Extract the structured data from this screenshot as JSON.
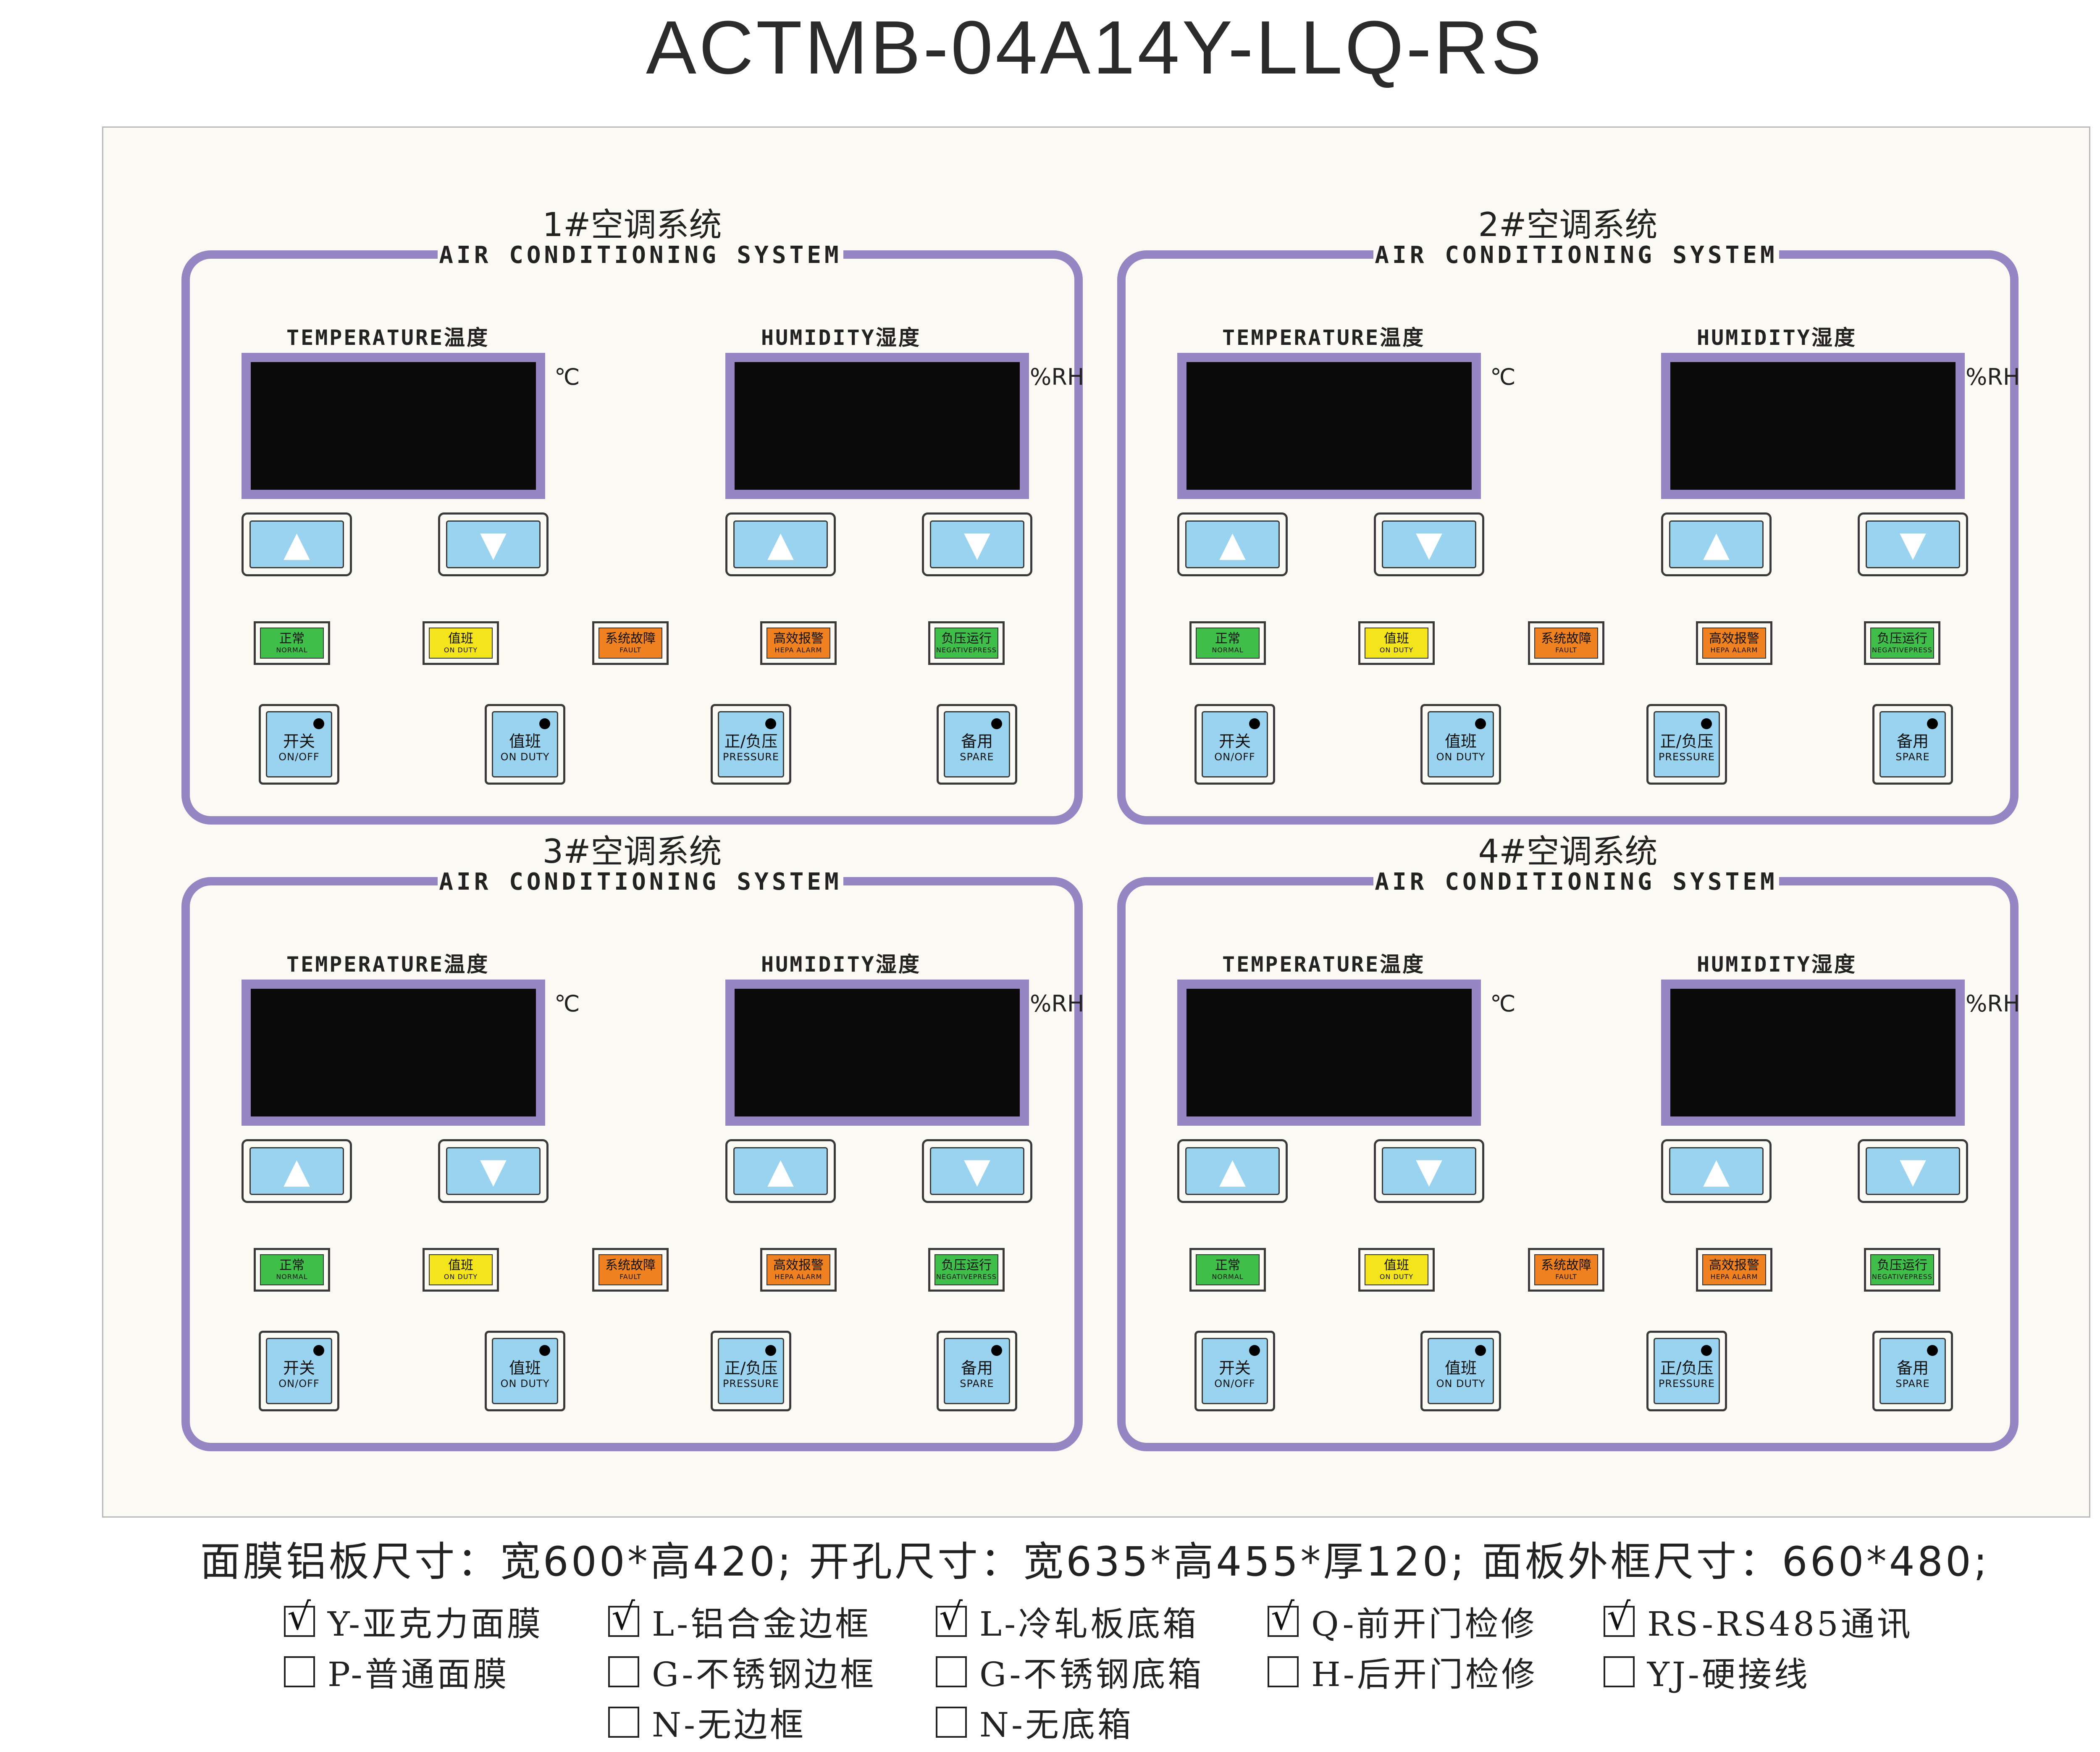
{
  "title": "ACTMB-04A14Y-LLQ-RS",
  "panels": [
    {
      "title_cn": "1#空调系统",
      "title_en": "AIR CONDITIONING SYSTEM",
      "temperature_label": "TEMPERATURE温度",
      "humidity_label": "HUMIDITY湿度",
      "temperature_unit": "℃",
      "humidity_unit": "%RH",
      "up_icon": "triangle-up-icon",
      "down_icon": "triangle-down-icon",
      "indicators": [
        {
          "cn": "正常",
          "en": "NORMAL",
          "color": "#3fbf49"
        },
        {
          "cn": "值班",
          "en": "ON DUTY",
          "color": "#f4e41c"
        },
        {
          "cn": "系统故障",
          "en": "FAULT",
          "color": "#f08120"
        },
        {
          "cn": "高效报警",
          "en": "HEPA ALARM",
          "color": "#f08120"
        },
        {
          "cn": "负压运行",
          "en": "NEGATIVEPRESS",
          "color": "#3fbf49"
        }
      ],
      "buttons": [
        {
          "cn": "开关",
          "en": "ON/OFF"
        },
        {
          "cn": "值班",
          "en": "ON DUTY"
        },
        {
          "cn": "正/负压",
          "en": "PRESSURE"
        },
        {
          "cn": "备用",
          "en": "SPARE"
        }
      ]
    },
    {
      "title_cn": "2#空调系统",
      "title_en": "AIR CONDITIONING SYSTEM",
      "temperature_label": "TEMPERATURE温度",
      "humidity_label": "HUMIDITY湿度",
      "temperature_unit": "℃",
      "humidity_unit": "%RH",
      "up_icon": "triangle-up-icon",
      "down_icon": "triangle-down-icon",
      "indicators": [
        {
          "cn": "正常",
          "en": "NORMAL",
          "color": "#3fbf49"
        },
        {
          "cn": "值班",
          "en": "ON DUTY",
          "color": "#f4e41c"
        },
        {
          "cn": "系统故障",
          "en": "FAULT",
          "color": "#f08120"
        },
        {
          "cn": "高效报警",
          "en": "HEPA ALARM",
          "color": "#f08120"
        },
        {
          "cn": "负压运行",
          "en": "NEGATIVEPRESS",
          "color": "#3fbf49"
        }
      ],
      "buttons": [
        {
          "cn": "开关",
          "en": "ON/OFF"
        },
        {
          "cn": "值班",
          "en": "ON DUTY"
        },
        {
          "cn": "正/负压",
          "en": "PRESSURE"
        },
        {
          "cn": "备用",
          "en": "SPARE"
        }
      ]
    },
    {
      "title_cn": "3#空调系统",
      "title_en": "AIR CONDITIONING SYSTEM",
      "temperature_label": "TEMPERATURE温度",
      "humidity_label": "HUMIDITY湿度",
      "temperature_unit": "℃",
      "humidity_unit": "%RH",
      "up_icon": "triangle-up-icon",
      "down_icon": "triangle-down-icon",
      "indicators": [
        {
          "cn": "正常",
          "en": "NORMAL",
          "color": "#3fbf49"
        },
        {
          "cn": "值班",
          "en": "ON DUTY",
          "color": "#f4e41c"
        },
        {
          "cn": "系统故障",
          "en": "FAULT",
          "color": "#f08120"
        },
        {
          "cn": "高效报警",
          "en": "HEPA ALARM",
          "color": "#f08120"
        },
        {
          "cn": "负压运行",
          "en": "NEGATIVEPRESS",
          "color": "#3fbf49"
        }
      ],
      "buttons": [
        {
          "cn": "开关",
          "en": "ON/OFF"
        },
        {
          "cn": "值班",
          "en": "ON DUTY"
        },
        {
          "cn": "正/负压",
          "en": "PRESSURE"
        },
        {
          "cn": "备用",
          "en": "SPARE"
        }
      ]
    },
    {
      "title_cn": "4#空调系统",
      "title_en": "AIR CONDITIONING SYSTEM",
      "temperature_label": "TEMPERATURE温度",
      "humidity_label": "HUMIDITY湿度",
      "temperature_unit": "℃",
      "humidity_unit": "%RH",
      "up_icon": "triangle-up-icon",
      "down_icon": "triangle-down-icon",
      "indicators": [
        {
          "cn": "正常",
          "en": "NORMAL",
          "color": "#3fbf49"
        },
        {
          "cn": "值班",
          "en": "ON DUTY",
          "color": "#f4e41c"
        },
        {
          "cn": "系统故障",
          "en": "FAULT",
          "color": "#f08120"
        },
        {
          "cn": "高效报警",
          "en": "HEPA ALARM",
          "color": "#f08120"
        },
        {
          "cn": "负压运行",
          "en": "NEGATIVEPRESS",
          "color": "#3fbf49"
        }
      ],
      "buttons": [
        {
          "cn": "开关",
          "en": "ON/OFF"
        },
        {
          "cn": "值班",
          "en": "ON DUTY"
        },
        {
          "cn": "正/负压",
          "en": "PRESSURE"
        },
        {
          "cn": "备用",
          "en": "SPARE"
        }
      ]
    }
  ],
  "colors": {
    "frame": "#9585c2",
    "button_face": "#9ad3ef",
    "display": "#0a0a0a",
    "panel_background": "#fbf9f4"
  },
  "spec_line": "面膜铝板尺寸：宽600*高420; 开孔尺寸：宽635*高455*厚120;  面板外框尺寸：660*480;",
  "options": [
    {
      "label": "Y-亚克力面膜",
      "checked": true
    },
    {
      "label": "L-铝合金边框",
      "checked": true
    },
    {
      "label": "L-冷轧板底箱",
      "checked": true
    },
    {
      "label": "Q-前开门检修",
      "checked": true
    },
    {
      "label": "RS-RS485通讯",
      "checked": true
    },
    {
      "label": "P-普通面膜",
      "checked": false
    },
    {
      "label": "G-不锈钢边框",
      "checked": false
    },
    {
      "label": "G-不锈钢底箱",
      "checked": false
    },
    {
      "label": "H-后开门检修",
      "checked": false
    },
    {
      "label": "YJ-硬接线",
      "checked": false
    },
    {
      "label": "N-无边框",
      "checked": false
    },
    {
      "label": "N-无底箱",
      "checked": false
    }
  ],
  "check_mark": "√"
}
